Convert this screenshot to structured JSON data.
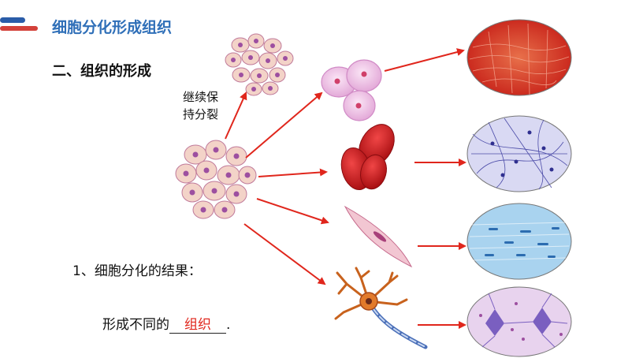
{
  "header": {
    "title": "细胞分化形成组织"
  },
  "section": {
    "heading": "二、组织的形成"
  },
  "annotation": {
    "line1": "继续保",
    "line2": "持分裂"
  },
  "result": {
    "heading": "1、细胞分化的结果：",
    "sentence_prefix": "形成不同的",
    "blank_answer": "组织",
    "sentence_suffix": "."
  },
  "colors": {
    "title": "#2f6fb8",
    "arrow": "#e0261c",
    "answer": "#e0261c",
    "deco_blue": "#2a5ca8",
    "deco_red": "#d3413a"
  },
  "illustrations": [
    "dividing-cells-cluster",
    "parent-cell-cluster",
    "epithelial-cells",
    "red-blood-cells",
    "muscle-cell",
    "nerve-cell",
    "epithelial-tissue-micrograph",
    "connective-tissue-micrograph",
    "muscle-tissue-micrograph",
    "nerve-tissue-micrograph"
  ]
}
